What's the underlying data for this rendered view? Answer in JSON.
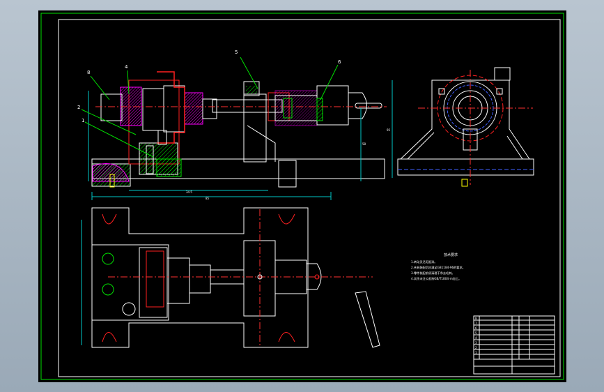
{
  "drawing": {
    "balloons": [
      "5",
      "6",
      "8",
      "4",
      "2",
      "1"
    ],
    "notes_title": "技术要求",
    "notes": [
      "1.转动灵活无阻滞。",
      "2.夹具装配后应满足GB1184-96的要求。",
      "3.零件装配前须清理干净去毛刺。",
      "4.其余未注公差按GB/T1804-m加工。"
    ],
    "dim_labels": [
      "85",
      "34.5",
      "95",
      "58"
    ],
    "title_block": {
      "rows": [
        "8",
        "7",
        "6",
        "5",
        "4",
        "3",
        "2",
        "1"
      ],
      "footer": [
        "",
        ""
      ]
    }
  },
  "colors": {
    "border": "#00e000",
    "section": "#ff2020",
    "hatch": "#ff00ff",
    "dimension": "#00c8c8",
    "centerline": "#ff3030",
    "text": "#ffffff",
    "hidden": "#4060ff",
    "yellow": "#ffff00"
  }
}
